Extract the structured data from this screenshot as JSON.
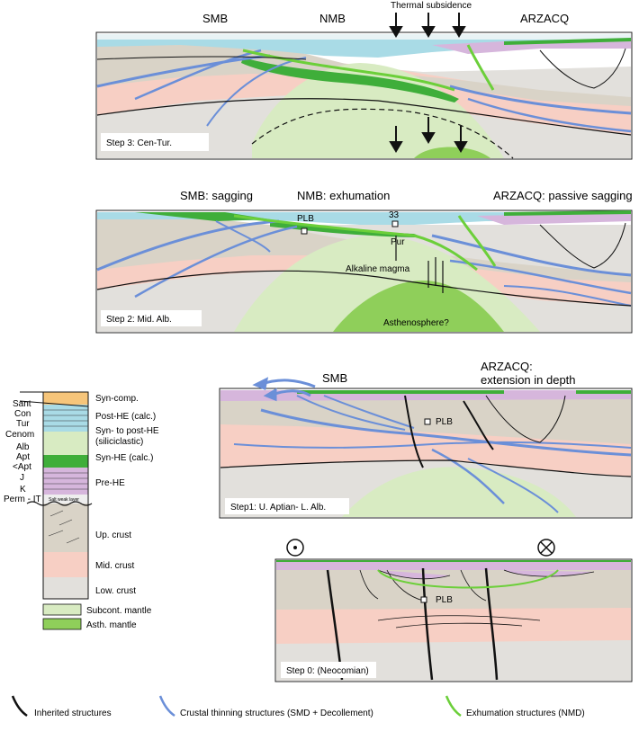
{
  "panel3": {
    "labels": {
      "smb": "SMB",
      "nmb": "NMB",
      "arzacq": "ARZACQ",
      "thermal": "Thermal subsidence"
    },
    "step": "Step 3: Cen-Tur."
  },
  "panel2": {
    "labels": {
      "smb": "SMB: sagging",
      "nmb": "NMB: exhumation",
      "arzacq": "ARZACQ: passive sagging",
      "plb": "PLB",
      "n33": "33",
      "pur": "Pur",
      "magma": "Alkaline magma",
      "astheno": "Asthenosphere?"
    },
    "step": "Step 2: Mid. Alb."
  },
  "panel1": {
    "labels": {
      "smb": "SMB",
      "arzacq1": "ARZACQ:",
      "arzacq2": "extension in depth",
      "plb": "PLB"
    },
    "step": "Step1: U. Aptian- L. Alb."
  },
  "panel0": {
    "labels": {
      "plb": "PLB"
    },
    "step": "Step 0: (Neocomian)"
  },
  "strat": {
    "ages": [
      "Sant",
      "Con",
      "Tur",
      "Cenom",
      "Alb",
      "Apt",
      "<Apt",
      "J",
      "K",
      "Perm - IT"
    ],
    "units": [
      "Syn-comp.",
      "Post-HE (calc.)",
      "Syn- to post-HE",
      "(siliciclastic)",
      "Syn-HE (calc.)",
      "Pre-HE",
      "Up. crust",
      "Mid. crust",
      "Low. crust",
      "Subcont. mantle",
      "Asth. mantle"
    ],
    "salt": "Salt weak layer"
  },
  "legend": {
    "inherited": "Inherited structures",
    "crustal": "Crustal thinning structures (SMD + Decollement)",
    "exhumation": "Exhumation structures (NMD)"
  },
  "colors": {
    "upper_crust": "#d9d3c7",
    "middle_crust": "#f7cfc4",
    "lower_crust": "#e2e0dc",
    "subcont_mantle": "#d8ebc2",
    "asth_mantle": "#8fcf5a",
    "post_he": "#a9dbe6",
    "syn_comp": "#f6c57a",
    "pre_he": "#d6b6dc",
    "syn_he": "#3fae3a",
    "inherited": "#111111",
    "crustal": "#6b8fd8",
    "exhumation": "#6ccf3a"
  }
}
